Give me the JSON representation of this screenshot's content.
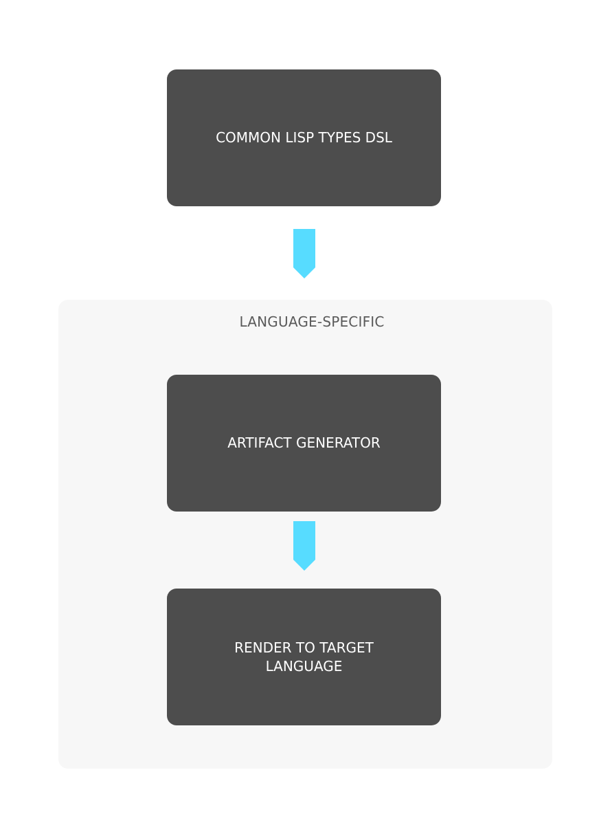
{
  "diagram": {
    "nodes": [
      {
        "id": "dsl",
        "label": "COMMON LISP TYPES DSL"
      },
      {
        "id": "generator",
        "label": "ARTIFACT GENERATOR"
      },
      {
        "id": "render",
        "label": "RENDER TO TARGET\n LANGUAGE"
      }
    ],
    "group": {
      "label": "LANGUAGE-SPECIFIC"
    },
    "edges": [
      {
        "from": "dsl",
        "to": "generator"
      },
      {
        "from": "generator",
        "to": "render"
      }
    ],
    "colors": {
      "node_fill": "#4d4d4d",
      "node_text": "#ffffff",
      "group_fill": "#f7f7f7",
      "group_text": "#5a5a5a",
      "arrow": "#57dcff"
    }
  }
}
